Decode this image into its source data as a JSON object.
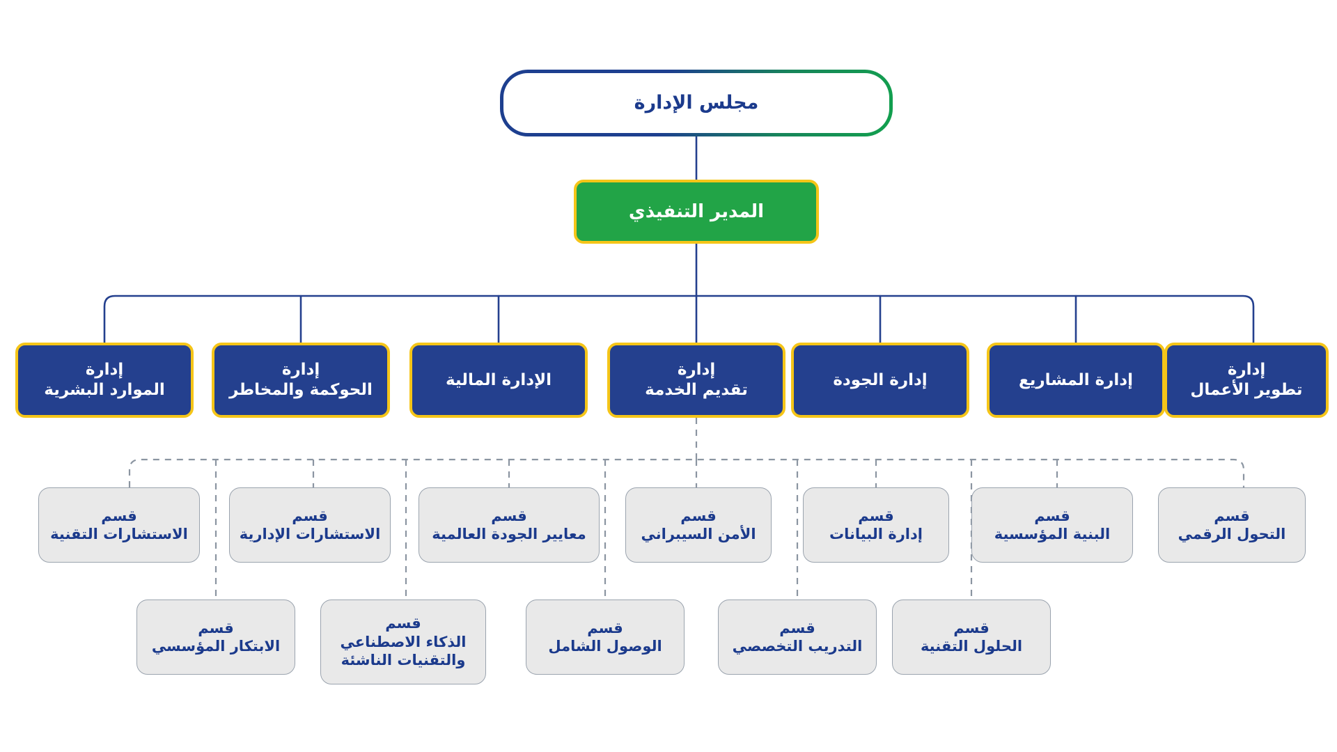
{
  "diagram": {
    "type": "organizational-chart",
    "direction": "rtl",
    "language": "ar",
    "colors": {
      "navy": "#24408e",
      "navy_text": "#1b3a8c",
      "green": "#22a447",
      "gold": "#f5c518",
      "gray_fill": "#e9e9e9",
      "gray_border": "#9aa3ae",
      "connector_solid": "#24408e",
      "connector_dashed": "#8b95a1",
      "background": "#ffffff"
    }
  },
  "board": {
    "label": "مجلس الإدارة"
  },
  "ceo": {
    "label": "المدير التنفيذي"
  },
  "managements": [
    {
      "lines": [
        "إدارة",
        "الموارد البشرية"
      ]
    },
    {
      "lines": [
        "إدارة",
        "الحوكمة والمخاطر"
      ]
    },
    {
      "lines": [
        "الإدارة المالية"
      ]
    },
    {
      "lines": [
        "إدارة",
        "تقديم الخدمة"
      ]
    },
    {
      "lines": [
        "إدارة الجودة"
      ]
    },
    {
      "lines": [
        "إدارة المشاريع"
      ]
    },
    {
      "lines": [
        "إدارة",
        "تطوير الأعمال"
      ]
    }
  ],
  "departments_row_upper": [
    {
      "lines": [
        "قسم",
        "الاستشارات التقنية"
      ]
    },
    {
      "lines": [
        "قسم",
        "الاستشارات الإدارية"
      ]
    },
    {
      "lines": [
        "قسم",
        "معايير الجودة العالمية"
      ]
    },
    {
      "lines": [
        "قسم",
        "الأمن السيبراني"
      ]
    },
    {
      "lines": [
        "قسم",
        "إدارة البيانات"
      ]
    },
    {
      "lines": [
        "قسم",
        "البنية المؤسسية"
      ]
    },
    {
      "lines": [
        "قسم",
        "التحول الرقمي"
      ]
    }
  ],
  "departments_row_lower": [
    {
      "lines": [
        "قسم",
        "الابتكار المؤسسي"
      ]
    },
    {
      "lines": [
        "قسم",
        "الذكاء الاصطناعي",
        "والتقنيات الناشئة"
      ]
    },
    {
      "lines": [
        "قسم",
        "الوصول الشامل"
      ]
    },
    {
      "lines": [
        "قسم",
        "التدريب التخصصي"
      ]
    },
    {
      "lines": [
        "قسم",
        "الحلول التقنية"
      ]
    }
  ]
}
